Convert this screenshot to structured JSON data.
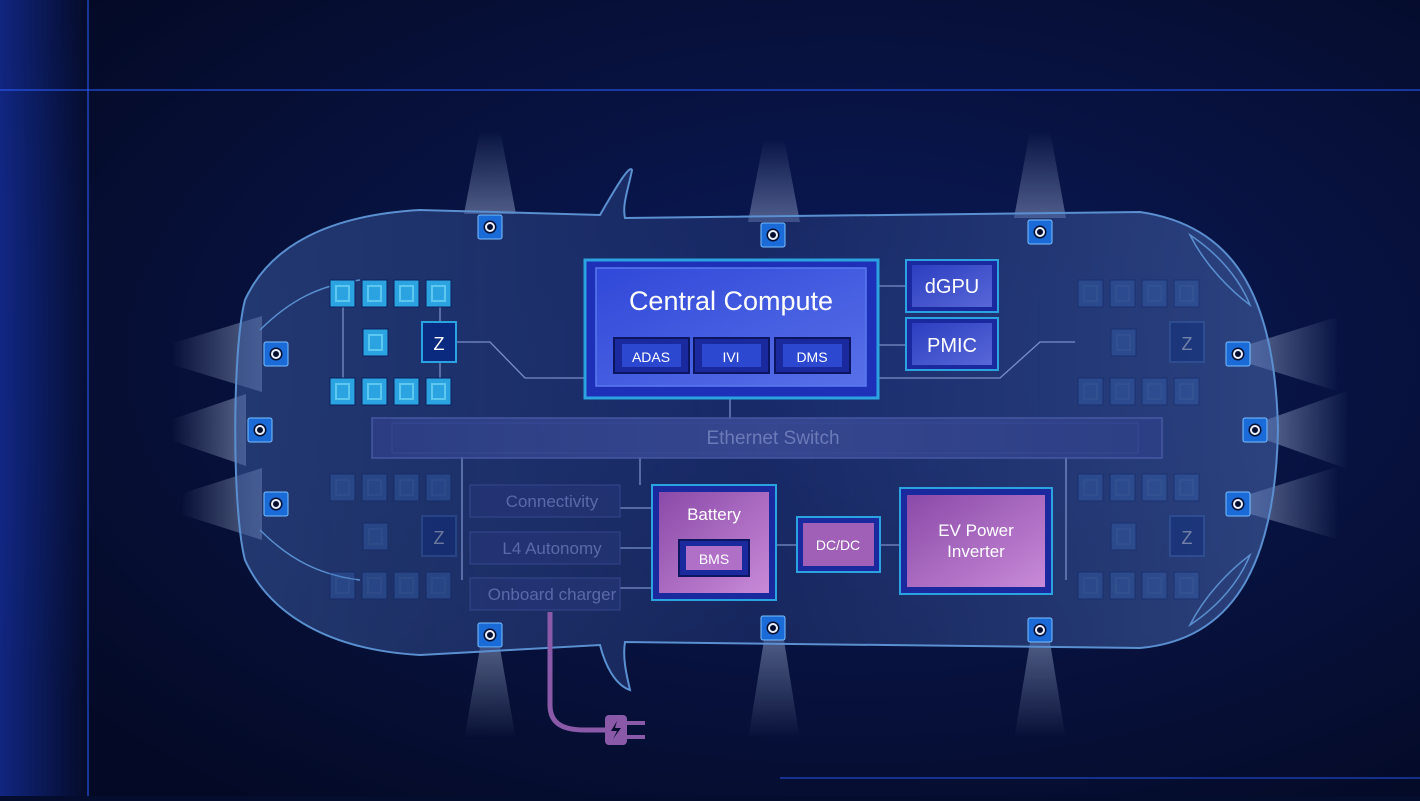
{
  "central": {
    "title": "Central Compute",
    "modules": [
      "ADAS",
      "IVI",
      "DMS"
    ]
  },
  "side_modules": {
    "gpu": "dGPU",
    "pmic": "PMIC"
  },
  "switch": {
    "label": "Ethernet Switch"
  },
  "zone": {
    "letter": "Z"
  },
  "services": [
    "Connectivity",
    "L4 Autonomy",
    "Onboard charger"
  ],
  "battery": {
    "label": "Battery",
    "bms": "BMS"
  },
  "dcdc": {
    "label": "DC/DC"
  },
  "inverter": {
    "line1": "EV Power",
    "line2": "Inverter"
  },
  "colors": {
    "background": "#050d2e",
    "car_outline": "#5a8fd0",
    "compute_blue": "#2a3fc8",
    "chip_cyan": "#2ba3e0",
    "power_purple": "#a060b8",
    "plug_purple": "#8a5aa8"
  },
  "icons": {
    "sensor": "camera-sensor-icon",
    "plug": "plug-icon",
    "chip": "chip-icon"
  }
}
